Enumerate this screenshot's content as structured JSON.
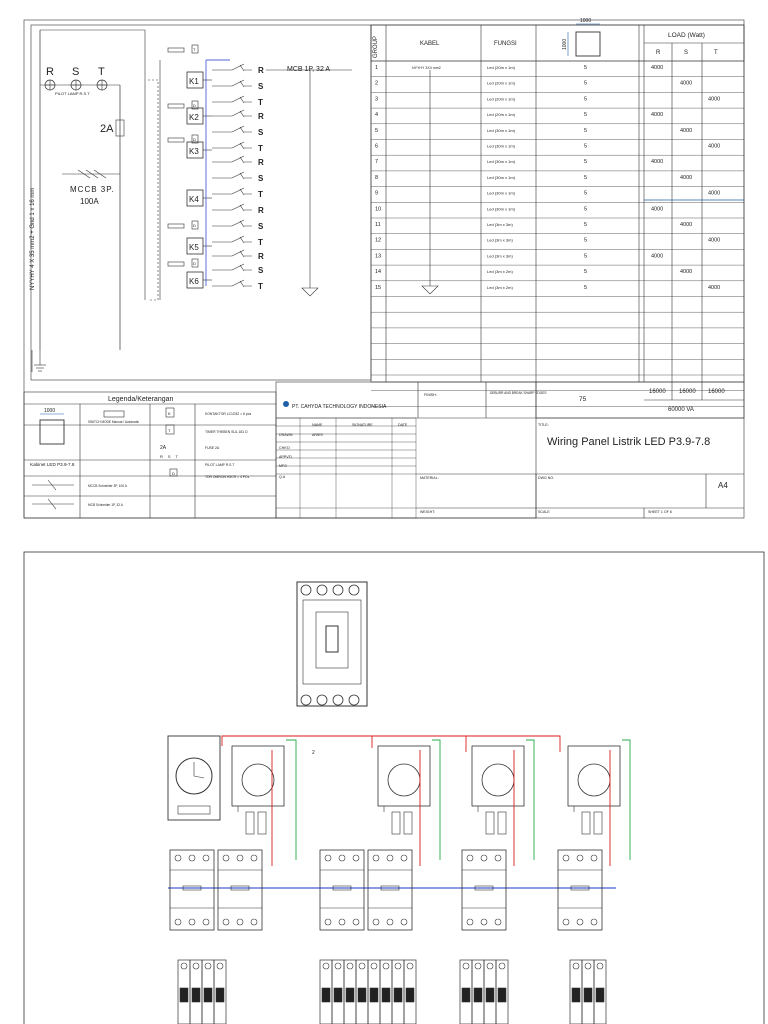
{
  "colors": {
    "line": "#333333",
    "red": "#d81e1e",
    "yellow": "#e6c619",
    "blue": "#1a33c8",
    "green": "#2aa84a",
    "accent": "#1f5fa8"
  },
  "schematic": {
    "phases": [
      "R",
      "S",
      "T"
    ],
    "pilot_label": "PILOT LAMP R.S.T",
    "fuse_label": "2A",
    "mccb_label": "MCCB 3P.",
    "mccb_rating": "100A",
    "cable_label": "NYYHY 4 X 35 mm2 + Gnd 1 x 16 mm",
    "mcb_label": "MCB 1P, 32 A",
    "contactors": [
      "K1",
      "K2",
      "K3",
      "K4",
      "K5",
      "K6"
    ],
    "timers": [
      "T",
      "D",
      "D",
      "D",
      "D",
      "D"
    ],
    "phase_seq": [
      "R",
      "S",
      "T",
      "R",
      "S",
      "T",
      "R",
      "S",
      "T",
      "R",
      "S",
      "T",
      "R",
      "S",
      "T"
    ]
  },
  "table": {
    "headers": {
      "group": "GROUP",
      "kabel": "KABEL",
      "fungsi": "FUNGSI",
      "load": "LOAD (Watt)",
      "r": "R",
      "s": "S",
      "t": "T"
    },
    "cabinet_dim": "1000",
    "rows": [
      {
        "g": "1",
        "kabel": "NYYHY 3X4 mm2",
        "fungsi": "Led (20m x 1m)",
        "qty": "5",
        "r": "4000",
        "s": "",
        "t": ""
      },
      {
        "g": "2",
        "kabel": "",
        "fungsi": "Led (20m x 1m)",
        "qty": "5",
        "r": "",
        "s": "4000",
        "t": ""
      },
      {
        "g": "3",
        "kabel": "",
        "fungsi": "Led (20m x 1m)",
        "qty": "5",
        "r": "",
        "s": "",
        "t": "4000"
      },
      {
        "g": "4",
        "kabel": "",
        "fungsi": "Led (20m x 1m)",
        "qty": "5",
        "r": "4000",
        "s": "",
        "t": ""
      },
      {
        "g": "5",
        "kabel": "",
        "fungsi": "Led (30m x 1m)",
        "qty": "5",
        "r": "",
        "s": "4000",
        "t": ""
      },
      {
        "g": "6",
        "kabel": "",
        "fungsi": "Led (30m x 1m)",
        "qty": "5",
        "r": "",
        "s": "",
        "t": "4000"
      },
      {
        "g": "7",
        "kabel": "",
        "fungsi": "Led (30m x 1m)",
        "qty": "5",
        "r": "4000",
        "s": "",
        "t": ""
      },
      {
        "g": "8",
        "kabel": "",
        "fungsi": "Led (30m x 1m)",
        "qty": "5",
        "r": "",
        "s": "4000",
        "t": ""
      },
      {
        "g": "9",
        "kabel": "",
        "fungsi": "Led (30m x 1m)",
        "qty": "5",
        "r": "",
        "s": "",
        "t": "4000"
      },
      {
        "g": "10",
        "kabel": "",
        "fungsi": "Led (30m x 1m)",
        "qty": "5",
        "r": "4000",
        "s": "",
        "t": ""
      },
      {
        "g": "11",
        "kabel": "",
        "fungsi": "Led (3m x 3m)",
        "qty": "5",
        "r": "",
        "s": "4000",
        "t": ""
      },
      {
        "g": "12",
        "kabel": "",
        "fungsi": "Led (3m x 3m)",
        "qty": "5",
        "r": "",
        "s": "",
        "t": "4000"
      },
      {
        "g": "13",
        "kabel": "",
        "fungsi": "Led (3m x 3m)",
        "qty": "5",
        "r": "4000",
        "s": "",
        "t": ""
      },
      {
        "g": "14",
        "kabel": "",
        "fungsi": "Led (3m x 2m)",
        "qty": "5",
        "r": "",
        "s": "4000",
        "t": ""
      },
      {
        "g": "15",
        "kabel": "",
        "fungsi": "Led (3m x 2m)",
        "qty": "5",
        "r": "",
        "s": "",
        "t": "4000"
      }
    ],
    "total_qty": "75",
    "totals": {
      "r": "16000",
      "s": "16000",
      "t": "16000",
      "va": "60000 VA"
    }
  },
  "legend": {
    "title": "Legenda/Keterangan",
    "dim": "1000",
    "cabinet": "Kabinet LED P3.9-7.8",
    "selector": "SWITCH MODE Manual / Automatic",
    "mccb": "MCCB Schneider 3P, 100 A",
    "mcb": "MCB Schneider 1P, 32 A",
    "items": [
      {
        "sym": "K",
        "text": "KONTAKTOR LC1D32 = 6 pcs"
      },
      {
        "sym": "T",
        "text": "TIMER THEBEN SUL 181 D"
      },
      {
        "sym": "2A",
        "text": "FUSE 2A"
      },
      {
        "sym": "RST",
        "text": "PILOT LAMP R.S.T"
      },
      {
        "sym": "D",
        "text": "TDR OMRON H3CR = 4 PCs"
      }
    ]
  },
  "title_block": {
    "company": "PT. CAHYDA TECHNOLOGY INDONESIA",
    "finish": "FINISH:",
    "deburr": "DEBURR AND BREAK SHARP EDGES",
    "title_label": "TITLE:",
    "title": "Wiring Panel Listrik LED P3.9-7.8",
    "name": "NAME",
    "signature": "SIGNATURE",
    "date": "DATE",
    "drawn": "DRAWN",
    "drawn_by": "ARIES",
    "chkd": "CHK'D",
    "appvd": "APPV'D",
    "mfg": "MFG",
    "qa": "Q.A",
    "material": "MATERIAL:",
    "weight": "WEIGHT:",
    "dwg": "DWG NO.",
    "size": "A4",
    "scale": "SCALE",
    "sheet": "SHEET 1 OF 6"
  },
  "layout_drawing": {
    "bus_marker": "2"
  }
}
